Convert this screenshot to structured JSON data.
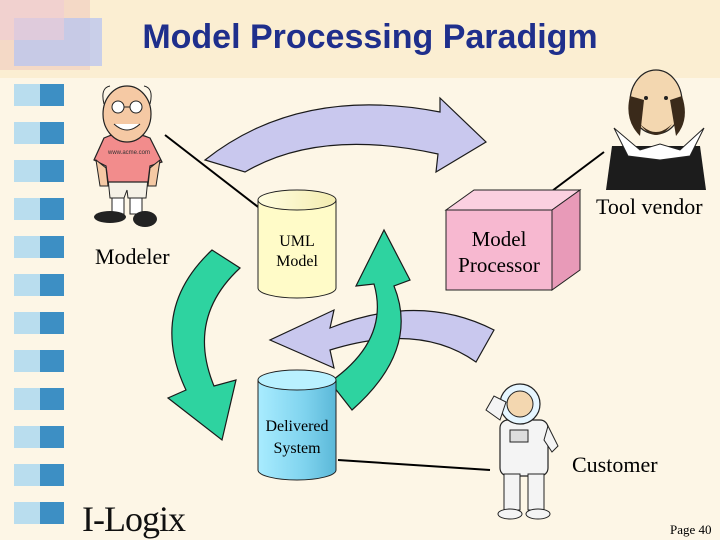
{
  "slide": {
    "title": "Model Processing Paradigm",
    "page_label": "Page 40",
    "logo_text": "I-Logix"
  },
  "actors": {
    "modeler": {
      "label": "Modeler",
      "shirt_text": "www.acme.com"
    },
    "tool_vendor": {
      "label": "Tool vendor"
    },
    "customer": {
      "label": "Customer"
    }
  },
  "nodes": {
    "uml_model": {
      "line1": "UML",
      "line2": "Model",
      "color": "#fffbc8"
    },
    "model_processor": {
      "line1": "Model",
      "line2": "Processor",
      "color": "#f7b8d0"
    },
    "delivered_system": {
      "line1": "Delivered",
      "line2": "System",
      "color": "#8edcf0"
    }
  },
  "colors": {
    "title": "#1f2f8c",
    "arrow_lavender": "#c9c8ee",
    "arrow_green": "#2ed3a0",
    "strip_blue": "#3d8fc4"
  }
}
